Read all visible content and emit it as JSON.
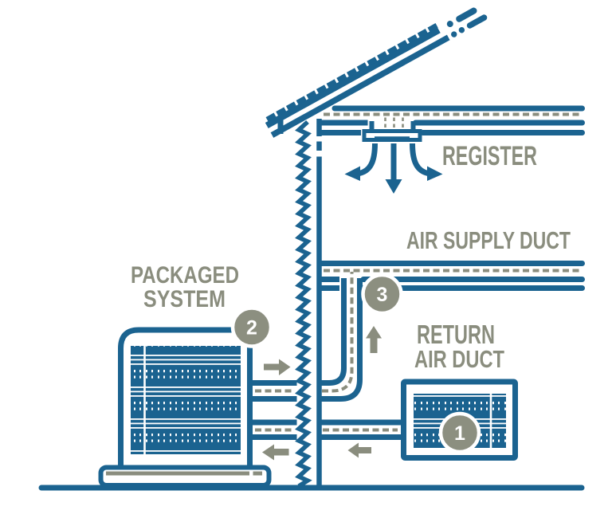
{
  "diagram": {
    "labels": {
      "register": "REGISTER",
      "air_supply_duct": "AIR SUPPLY DUCT",
      "packaged_line1": "PACKAGED",
      "packaged_line2": "SYSTEM",
      "return_line1": "RETURN",
      "return_line2": "AIR DUCT"
    },
    "markers": {
      "m1": "1",
      "m2": "2",
      "m3": "3"
    },
    "colors": {
      "line_blue": "#1B6390",
      "label_gray": "#8A8D7E",
      "marker_fill": "#8C8F80",
      "marker_ring": "#FFFFFF"
    }
  }
}
